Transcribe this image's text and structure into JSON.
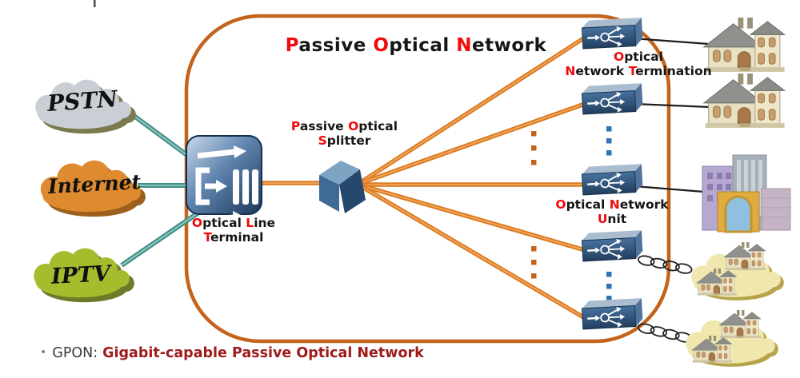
{
  "title_segments": [
    {
      "t": "P",
      "c": "#F10B0B"
    },
    {
      "t": "assive "
    },
    {
      "t": "O",
      "c": "#F10B0B"
    },
    {
      "t": "ptical "
    },
    {
      "t": "N",
      "c": "#F10B0B"
    },
    {
      "t": "etwork"
    }
  ],
  "labels": {
    "splitter": [
      [
        {
          "t": "P",
          "c": "#F10B0B"
        },
        {
          "t": "assive "
        },
        {
          "t": "O",
          "c": "#F10B0B"
        },
        {
          "t": "ptical"
        }
      ],
      [
        {
          "t": "S",
          "c": "#F10B0B"
        },
        {
          "t": "plitter"
        }
      ]
    ],
    "olt": [
      [
        {
          "t": "O",
          "c": "#F10B0B"
        },
        {
          "t": "ptical "
        },
        {
          "t": "L",
          "c": "#F10B0B"
        },
        {
          "t": "ine"
        }
      ],
      [
        {
          "t": "T",
          "c": "#F10B0B"
        },
        {
          "t": "erminal"
        }
      ]
    ],
    "ont": [
      [
        {
          "t": "O",
          "c": "#F10B0B"
        },
        {
          "t": "ptical"
        }
      ],
      [
        {
          "t": "N",
          "c": "#F10B0B"
        },
        {
          "t": "etwork "
        },
        {
          "t": "T",
          "c": "#F10B0B"
        },
        {
          "t": "ermination"
        }
      ]
    ],
    "onu": [
      [
        {
          "t": "O",
          "c": "#F10B0B"
        },
        {
          "t": "ptical "
        },
        {
          "t": "N",
          "c": "#F10B0B"
        },
        {
          "t": "etwork"
        }
      ],
      [
        {
          "t": "U",
          "c": "#F10B0B"
        },
        {
          "t": "nit"
        }
      ]
    ]
  },
  "clouds": {
    "pstn": "PSTN",
    "internet": "Internet",
    "iptv": "IPTV"
  },
  "caption": {
    "bullet": "•",
    "term": "GPON:",
    "definition": "Gigabit-capable Passive Optical Network"
  },
  "icons": {
    "olt": "olt-switch-icon",
    "splitter": "optical-splitter-prism-icon",
    "device": "optical-splitter-device-icon",
    "house": "house-icon",
    "building": "office-building-icon",
    "cloud": "cloud-icon",
    "chain": "chain-link-icon"
  },
  "colors": {
    "accent_red": "#F10B0B",
    "pon_border_orange": "#C4631B",
    "fiber_orange": "#DD8128",
    "access_line_teal": "#47948C",
    "device_blue": "#2E4F77",
    "dots_orange": "#C4631B",
    "dots_blue": "#2E74B5",
    "gpon_red": "#9E1B1B",
    "cloud_gray": "#C9CFD4",
    "cloud_orange": "#DE8A2E",
    "cloud_green": "#A6BC2D",
    "cloud_yellow": "#EFE7AE"
  }
}
